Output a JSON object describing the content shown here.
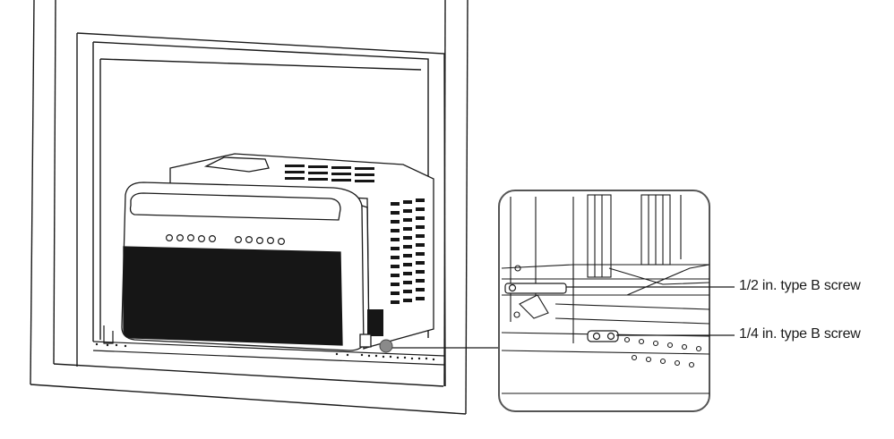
{
  "callouts": [
    {
      "id": "half-inch-screw",
      "text": "1/2 in. type B screw"
    },
    {
      "id": "quarter-inch-screw",
      "text": "1/4 in. type B screw"
    }
  ],
  "colors": {
    "line": "#1a1a1a",
    "grille": "#161616",
    "window_frame_fill": "#ffffff",
    "detail_gray": "#777777"
  },
  "icons": [
    "window-frame",
    "air-conditioner-unit",
    "magnified-detail-circle",
    "screw"
  ]
}
